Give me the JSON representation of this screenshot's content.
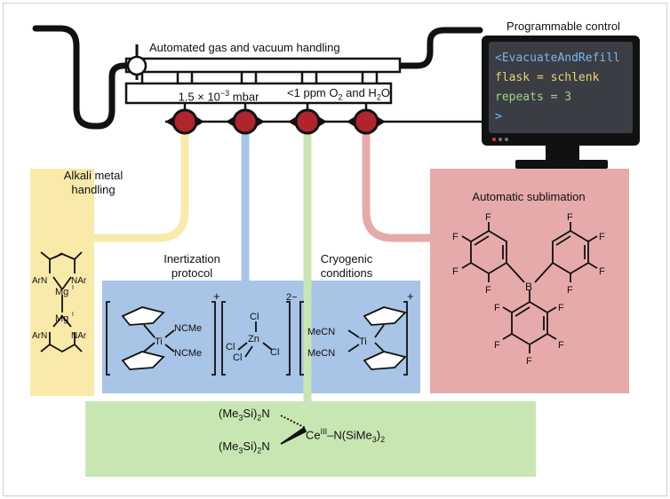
{
  "manifold": {
    "title": "Automated gas and vacuum handling",
    "pressure_label": "1.5 × 10",
    "pressure_exp": "−3",
    "pressure_unit": " mbar",
    "impurity_label": "<1 ppm O",
    "impurity_sub": "2",
    "impurity_and": " and H",
    "impurity_sub2": "2",
    "impurity_end": "O"
  },
  "control": {
    "title": "Programmable control",
    "code_lines": [
      "<EvacuateAndRefill",
      "flask = schlenk",
      "repeats = 3",
      ">"
    ]
  },
  "panels": {
    "alkali": "Alkali metal handling",
    "inertization": "Inertization protocol",
    "cryogenic": "Cryogenic conditions",
    "sublimation": "Automatic sublimation"
  },
  "colors": {
    "yellow": "#faeaaa",
    "blue": "#a8c4e6",
    "green": "#c8e6b2",
    "pink": "#e6aaaa",
    "valve": "#b0242c",
    "screen": "#3a3d44"
  },
  "chem": {
    "mg_complex": {
      "arn": "ArN",
      "nar": "NAr",
      "mg": "Mg",
      "mg_ox": "I"
    },
    "ti_cation": {
      "ti": "Ti",
      "ligand": "NCMe",
      "charge": "+"
    },
    "zn_anion": {
      "zn": "Zn",
      "cl": "Cl",
      "charge": "2−"
    },
    "ti_cation2": {
      "ti": "Ti",
      "ligand": "MeCN",
      "charge": "+"
    },
    "borane": {
      "b": "B",
      "f": "F"
    },
    "cerium": {
      "ligand_left": "(Me",
      "si": "Si)",
      "n": "N",
      "ce": "Ce",
      "ce_ox": "III",
      "ligand_right": "–N(SiMe",
      "sub3": "3",
      "sub2": "2",
      "close": ")"
    }
  }
}
